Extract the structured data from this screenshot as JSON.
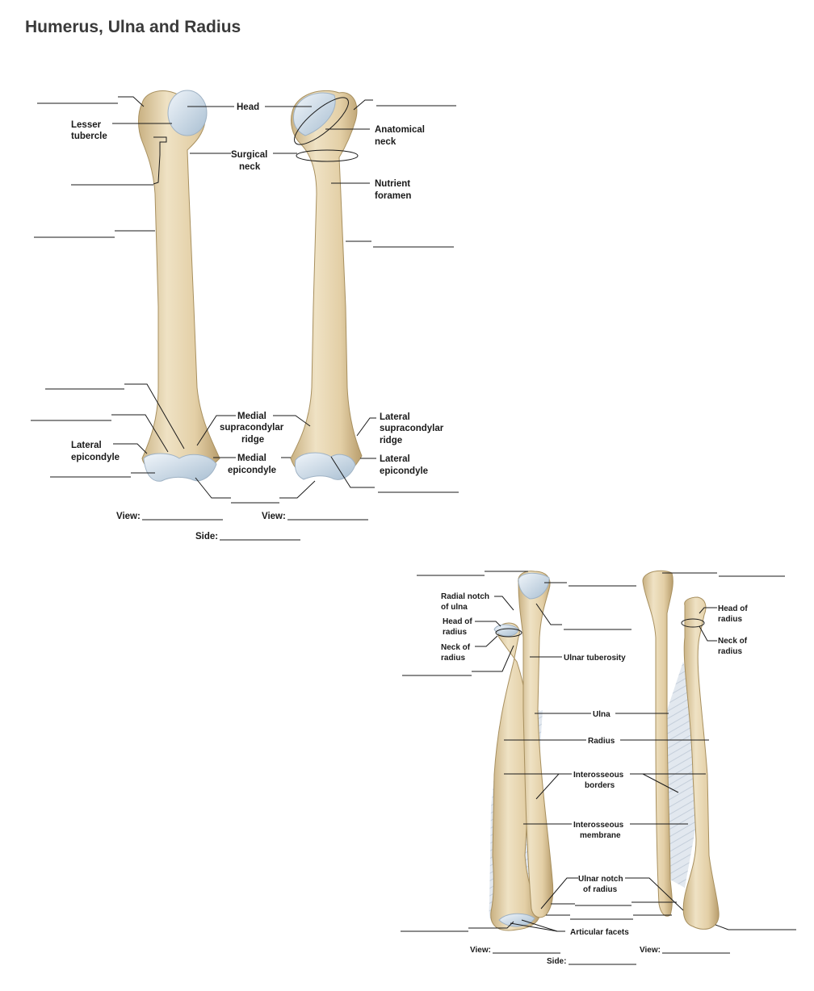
{
  "title": "Humerus, Ulna and Radius",
  "humerus": {
    "labels": {
      "head": "Head",
      "lesser_tubercle_1": "Lesser",
      "lesser_tubercle_2": "tubercle",
      "surgical_neck_1": "Surgical",
      "surgical_neck_2": "neck",
      "anatomical_neck_1": "Anatomical",
      "anatomical_neck_2": "neck",
      "nutrient_foramen_1": "Nutrient",
      "nutrient_foramen_2": "foramen",
      "medial_supracondylar_1": "Medial",
      "medial_supracondylar_2": "supracondylar",
      "medial_supracondylar_3": "ridge",
      "lateral_supracondylar_1": "Lateral",
      "lateral_supracondylar_2": "supracondylar",
      "lateral_supracondylar_3": "ridge",
      "lateral_epicondyle_left_1": "Lateral",
      "lateral_epicondyle_left_2": "epicondyle",
      "medial_epicondyle_1": "Medial",
      "medial_epicondyle_2": "epicondyle",
      "lateral_epicondyle_right_1": "Lateral",
      "lateral_epicondyle_right_2": "epicondyle"
    },
    "view_label": "View:",
    "side_label": "Side:"
  },
  "forearm": {
    "labels": {
      "radial_notch_1": "Radial notch",
      "radial_notch_2": "of ulna",
      "head_radius_left_1": "Head of",
      "head_radius_left_2": "radius",
      "neck_radius_left_1": "Neck of",
      "neck_radius_left_2": "radius",
      "ulnar_tuberosity": "Ulnar tuberosity",
      "ulna": "Ulna",
      "radius": "Radius",
      "interosseous_borders_1": "Interosseous",
      "interosseous_borders_2": "borders",
      "interosseous_membrane_1": "Interosseous",
      "interosseous_membrane_2": "membrane",
      "ulnar_notch_1": "Ulnar notch",
      "ulnar_notch_2": "of radius",
      "articular_facets": "Articular facets",
      "head_radius_right_1": "Head of",
      "head_radius_right_2": "radius",
      "neck_radius_right_1": "Neck of",
      "neck_radius_right_2": "radius"
    },
    "view_label": "View:",
    "side_label": "Side:"
  },
  "colors": {
    "bone": "#e8d7b4",
    "bone_shade": "#c9b182",
    "cartilage": "#c9d8e6",
    "membrane": "#dfe6ee"
  }
}
